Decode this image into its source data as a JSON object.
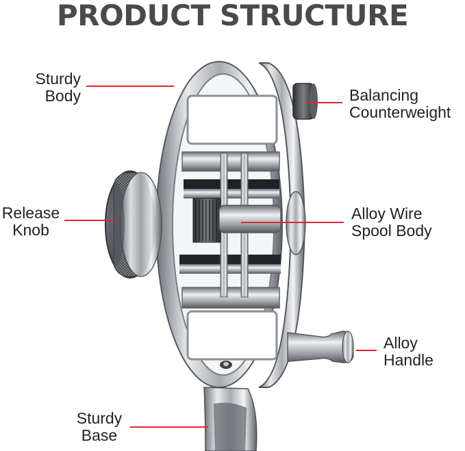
{
  "title": "PRODUCT STRUCTURE",
  "accent_color": "#e0262a",
  "callouts": [
    {
      "id": "sturdy-body",
      "lines": [
        "Sturdy",
        "Body"
      ]
    },
    {
      "id": "balancing-counterweight",
      "lines": [
        "Balancing",
        "Counterweight"
      ]
    },
    {
      "id": "release-knob",
      "lines": [
        "Release",
        "Knob"
      ]
    },
    {
      "id": "alloy-wire-spool-body",
      "lines": [
        "Alloy Wire",
        "Spool Body"
      ]
    },
    {
      "id": "alloy-handle",
      "lines": [
        "Alloy",
        "Handle"
      ]
    },
    {
      "id": "sturdy-base",
      "lines": [
        "Sturdy",
        "Base"
      ]
    }
  ]
}
